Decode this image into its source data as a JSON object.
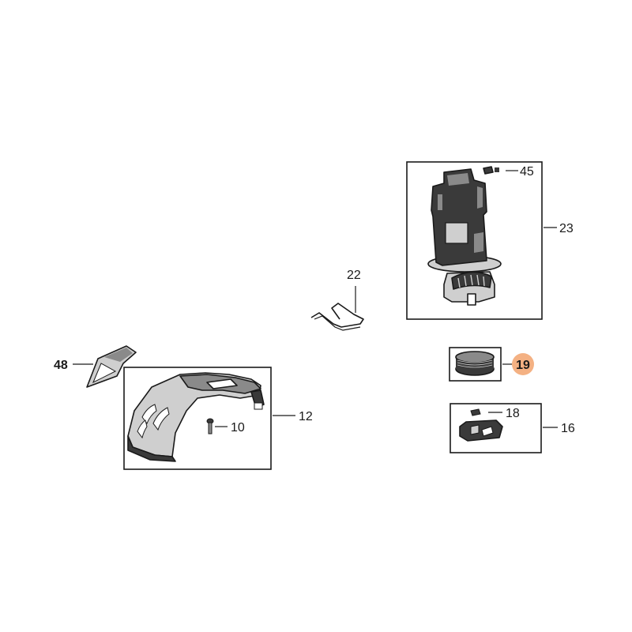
{
  "diagram": {
    "colors": {
      "line": "#1a1a1a",
      "fill_dark": "#3a3a3a",
      "fill_mid": "#8a8a8a",
      "fill_light": "#cfcfcf",
      "highlight": "#f4b183"
    },
    "parts": {
      "p45": "45",
      "p23": "23",
      "p22": "22",
      "p48": "48",
      "p12": "12",
      "p10": "10",
      "p19": "19",
      "p18": "18",
      "p16": "16"
    }
  }
}
